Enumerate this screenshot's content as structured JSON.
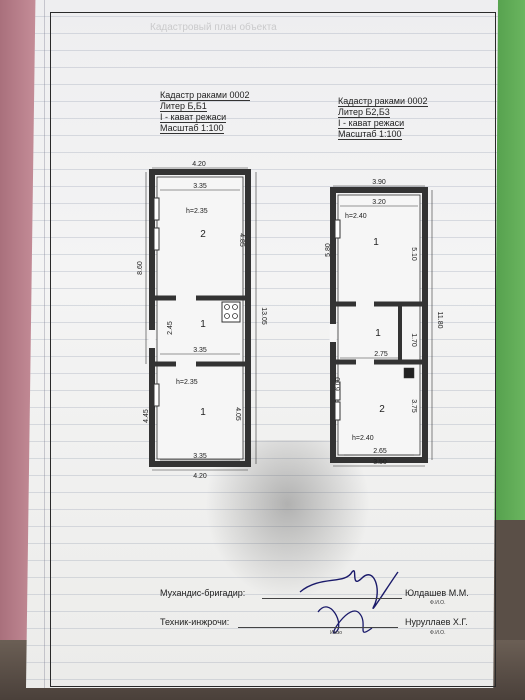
{
  "ghost_heading": "Кадастровый план объекта",
  "left_plan": {
    "lines": [
      "Кадастр раками 0002",
      "Литер Б,Б1",
      "I - кават режаси",
      "Масштаб 1:100"
    ],
    "dims": {
      "top_outer": "4.20",
      "top_inner": "3.35",
      "height_room2": "h=2.35",
      "right_room2": "4.85",
      "left_upper": "8.60",
      "right_total": "13.05",
      "corridor_left": "2.45",
      "corridor_width": "3.35",
      "height_room1": "h=2.35",
      "left_lower": "4.45",
      "right_room1": "4.05",
      "bottom_inner": "3.35",
      "bottom_outer": "4.20"
    },
    "rooms": [
      "2",
      "1",
      "1"
    ]
  },
  "right_plan": {
    "lines": [
      "Кадастр раками 0002",
      "Литер Б2,Б3",
      "I - кават режаси",
      "Масштаб 1:100"
    ],
    "dims": {
      "top_outer": "3.90",
      "top_inner": "3.20",
      "height_room1": "h=2.40",
      "left_upper": "5.80",
      "right_room1": "5.10",
      "right_total": "11.80",
      "right_corridor": "1.70",
      "corridor_width": "2.75",
      "left_lower": "6.00",
      "right_room2": "3.75",
      "height_room2": "h=2.40",
      "bottom_inner": "2.65",
      "bottom_outer": "3.50"
    },
    "rooms": [
      "1",
      "1",
      "2"
    ]
  },
  "signatures": {
    "engineer_label": "Мухандис-бригадир:",
    "engineer_name": "Юлдашев М.М.",
    "technician_label": "Техник-инжрочи:",
    "technician_name": "Нуруллаев Х.Г.",
    "fio": "Ф.И.О.",
    "imzo": "Имзо"
  }
}
